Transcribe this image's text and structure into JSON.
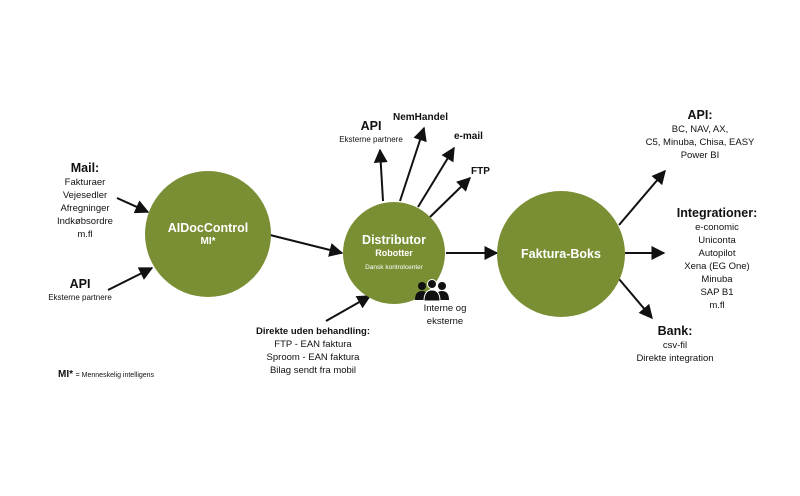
{
  "colors": {
    "node_fill": "#7a8f34",
    "node_text": "#ffffff",
    "arrow": "#111111"
  },
  "nodes": {
    "aidoc": {
      "title": "AIDocControl",
      "subtitle": "MI*"
    },
    "distributor": {
      "title": "Distributor",
      "subtitle": "Robotter",
      "caption": "Dansk kontrolcenter"
    },
    "faktura": {
      "title": "Faktura-Boks"
    }
  },
  "mail": {
    "title": "Mail:",
    "items": [
      "Fakturaer",
      "Vejesedler",
      "Afregninger",
      "Indkøbsordre",
      "m.fl"
    ]
  },
  "api_left": {
    "title": "API",
    "subtitle": "Eksterne partnere"
  },
  "api_top": {
    "title": "API",
    "subtitle": "Eksterne partnere"
  },
  "nemhandel": "NemHandel",
  "email": "e-mail",
  "ftp": "FTP",
  "interne": {
    "icon": "people-icon",
    "lines": [
      "Interne og",
      "eksterne"
    ]
  },
  "direkte": {
    "title": "Direkte uden behandling:",
    "items": [
      "FTP - EAN faktura",
      "Sproom - EAN faktura",
      "Bilag sendt fra mobil"
    ]
  },
  "mi_note": {
    "mark": "MI*",
    "text": "= Menneskelig intelligens"
  },
  "api_right": {
    "title": "API:",
    "items": [
      "BC, NAV, AX,",
      "C5, Minuba, Chisa, EASY",
      "Power BI"
    ]
  },
  "integrationer": {
    "title": "Integrationer:",
    "items": [
      "e-conomic",
      "Uniconta",
      "Autopilot",
      "Xena (EG One)",
      "Minuba",
      "SAP B1",
      "m.fl"
    ]
  },
  "bank": {
    "title": "Bank:",
    "items": [
      "csv-fil",
      "Direkte integration"
    ]
  }
}
